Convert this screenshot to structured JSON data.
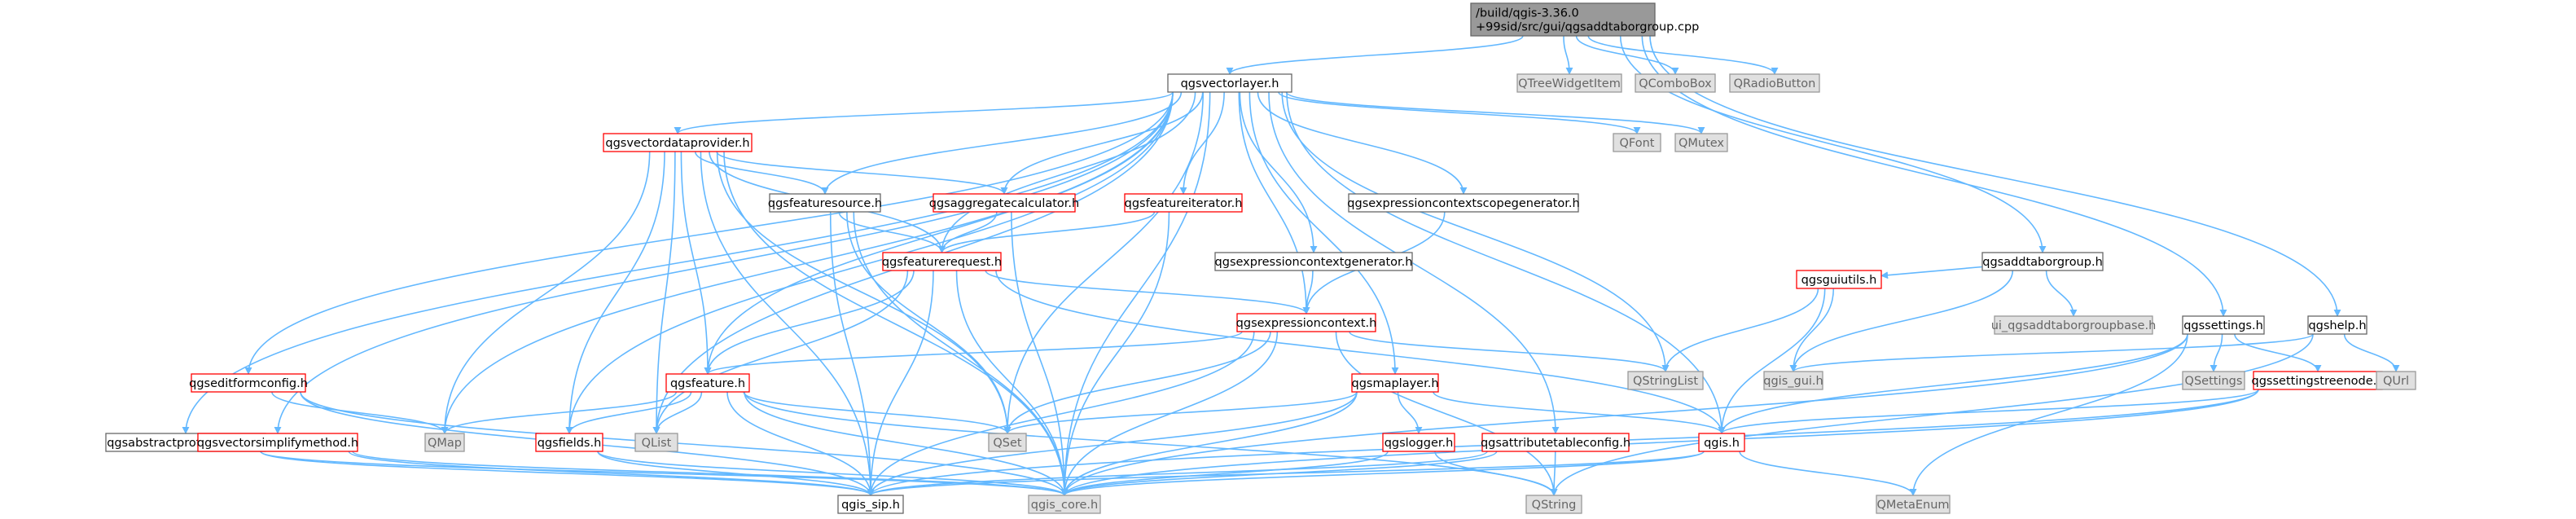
{
  "diagram": {
    "type": "include-dependency-graph",
    "colors": {
      "root_fill": "#999999",
      "project_fill": "#ffffff",
      "project_stroke": "#666666",
      "incomplete_stroke": "#ff0000",
      "external_fill": "#e0e0e0",
      "external_stroke": "#999999",
      "external_text": "#666666",
      "text": "#000000",
      "edge": "#63b8ff"
    },
    "nodes": [
      {
        "id": "root",
        "label": [
          "/build/qgis-3.36.0",
          "+99sid/src/gui/qgsaddtaborgroup.cpp"
        ],
        "kind": "root"
      },
      {
        "id": "qgsvectorlayer",
        "label": [
          "qgsvectorlayer.h"
        ],
        "kind": "project"
      },
      {
        "id": "QTreeWidgetItem",
        "label": [
          "QTreeWidgetItem"
        ],
        "kind": "external"
      },
      {
        "id": "QComboBox",
        "label": [
          "QComboBox"
        ],
        "kind": "external"
      },
      {
        "id": "QRadioButton",
        "label": [
          "QRadioButton"
        ],
        "kind": "external"
      },
      {
        "id": "qgsvectordataprovider",
        "label": [
          "qgsvectordataprovider.h"
        ],
        "kind": "incomplete"
      },
      {
        "id": "QFont",
        "label": [
          "QFont"
        ],
        "kind": "external"
      },
      {
        "id": "QMutex",
        "label": [
          "QMutex"
        ],
        "kind": "external"
      },
      {
        "id": "qgsfeaturesource",
        "label": [
          "qgsfeaturesource.h"
        ],
        "kind": "project"
      },
      {
        "id": "qgsaggregatecalculator",
        "label": [
          "qgsaggregatecalculator.h"
        ],
        "kind": "incomplete"
      },
      {
        "id": "qgsfeatureiterator",
        "label": [
          "qgsfeatureiterator.h"
        ],
        "kind": "incomplete"
      },
      {
        "id": "qgsexpressioncontextscopegenerator",
        "label": [
          "qgsexpressioncontextscopegenerator.h"
        ],
        "kind": "project"
      },
      {
        "id": "qgsfeaturerequest",
        "label": [
          "qgsfeaturerequest.h"
        ],
        "kind": "incomplete"
      },
      {
        "id": "qgsexpressioncontextgenerator",
        "label": [
          "qgsexpressioncontextgenerator.h"
        ],
        "kind": "project"
      },
      {
        "id": "qgsaddtaborgroup",
        "label": [
          "qgsaddtaborgroup.h"
        ],
        "kind": "project"
      },
      {
        "id": "qgsguiutils",
        "label": [
          "qgsguiutils.h"
        ],
        "kind": "incomplete"
      },
      {
        "id": "ui_qgsaddtaborgroupbase",
        "label": [
          "ui_qgsaddtaborgroupbase.h"
        ],
        "kind": "external"
      },
      {
        "id": "qgssettings",
        "label": [
          "qgssettings.h"
        ],
        "kind": "project"
      },
      {
        "id": "qgshelp",
        "label": [
          "qgshelp.h"
        ],
        "kind": "project"
      },
      {
        "id": "qgsexpressioncontext",
        "label": [
          "qgsexpressioncontext.h"
        ],
        "kind": "incomplete"
      },
      {
        "id": "QStringList",
        "label": [
          "QStringList"
        ],
        "kind": "external"
      },
      {
        "id": "qgis_gui",
        "label": [
          "qgis_gui.h"
        ],
        "kind": "external"
      },
      {
        "id": "QSettings",
        "label": [
          "QSettings"
        ],
        "kind": "external"
      },
      {
        "id": "qgssettingstreenode",
        "label": [
          "qgssettingstreenode.h"
        ],
        "kind": "incomplete"
      },
      {
        "id": "QUrl",
        "label": [
          "QUrl"
        ],
        "kind": "external"
      },
      {
        "id": "qgseditformconfig",
        "label": [
          "qgseditformconfig.h"
        ],
        "kind": "incomplete"
      },
      {
        "id": "qgsfeature",
        "label": [
          "qgsfeature.h"
        ],
        "kind": "incomplete"
      },
      {
        "id": "qgsmaplayer",
        "label": [
          "qgsmaplayer.h"
        ],
        "kind": "incomplete"
      },
      {
        "id": "qgsabstractprofilesource",
        "label": [
          "qgsabstractprofilesource.h"
        ],
        "kind": "project"
      },
      {
        "id": "qgsvectorsimplifymethod",
        "label": [
          "qgsvectorsimplifymethod.h"
        ],
        "kind": "incomplete"
      },
      {
        "id": "QMap",
        "label": [
          "QMap"
        ],
        "kind": "external"
      },
      {
        "id": "qgsfields",
        "label": [
          "qgsfields.h"
        ],
        "kind": "incomplete"
      },
      {
        "id": "QList",
        "label": [
          "QList"
        ],
        "kind": "external"
      },
      {
        "id": "QSet",
        "label": [
          "QSet"
        ],
        "kind": "external"
      },
      {
        "id": "qgslogger",
        "label": [
          "qgslogger.h"
        ],
        "kind": "incomplete"
      },
      {
        "id": "qgsattributetableconfig",
        "label": [
          "qgsattributetableconfig.h"
        ],
        "kind": "incomplete"
      },
      {
        "id": "qgis",
        "label": [
          "qgis.h"
        ],
        "kind": "incomplete"
      },
      {
        "id": "qgis_sip",
        "label": [
          "qgis_sip.h"
        ],
        "kind": "project"
      },
      {
        "id": "qgis_core",
        "label": [
          "qgis_core.h"
        ],
        "kind": "external"
      },
      {
        "id": "QString",
        "label": [
          "QString"
        ],
        "kind": "external"
      },
      {
        "id": "QMetaEnum",
        "label": [
          "QMetaEnum"
        ],
        "kind": "external"
      }
    ],
    "edges": [
      [
        "root",
        "qgsvectorlayer"
      ],
      [
        "root",
        "QTreeWidgetItem"
      ],
      [
        "root",
        "QComboBox"
      ],
      [
        "root",
        "QRadioButton"
      ],
      [
        "root",
        "qgsaddtaborgroup"
      ],
      [
        "root",
        "qgssettings"
      ],
      [
        "root",
        "qgshelp"
      ],
      [
        "qgsvectorlayer",
        "qgsvectordataprovider"
      ],
      [
        "qgsvectorlayer",
        "QFont"
      ],
      [
        "qgsvectorlayer",
        "QMutex"
      ],
      [
        "qgsvectorlayer",
        "qgsfeaturesource"
      ],
      [
        "qgsvectorlayer",
        "qgsaggregatecalculator"
      ],
      [
        "qgsvectorlayer",
        "qgsfeatureiterator"
      ],
      [
        "qgsvectorlayer",
        "qgsexpressioncontextscopegenerator"
      ],
      [
        "qgsvectorlayer",
        "qgsfeaturerequest"
      ],
      [
        "qgsvectorlayer",
        "qgsexpressioncontextgenerator"
      ],
      [
        "qgsvectorlayer",
        "qgsexpressioncontext"
      ],
      [
        "qgsvectorlayer",
        "QStringList"
      ],
      [
        "qgsvectorlayer",
        "qgseditformconfig"
      ],
      [
        "qgsvectorlayer",
        "qgsfeature"
      ],
      [
        "qgsvectorlayer",
        "qgsmaplayer"
      ],
      [
        "qgsvectorlayer",
        "qgsabstractprofilesource"
      ],
      [
        "qgsvectorlayer",
        "qgsvectorsimplifymethod"
      ],
      [
        "qgsvectorlayer",
        "QMap"
      ],
      [
        "qgsvectorlayer",
        "qgsfields"
      ],
      [
        "qgsvectorlayer",
        "QList"
      ],
      [
        "qgsvectorlayer",
        "QSet"
      ],
      [
        "qgsvectorlayer",
        "qgsattributetableconfig"
      ],
      [
        "qgsvectorlayer",
        "qgis"
      ],
      [
        "qgsvectorlayer",
        "qgis_core"
      ],
      [
        "qgsvectordataprovider",
        "qgsfeaturesource"
      ],
      [
        "qgsvectordataprovider",
        "qgsaggregatecalculator"
      ],
      [
        "qgsvectordataprovider",
        "qgsfeaturerequest"
      ],
      [
        "qgsvectordataprovider",
        "qgsfeature"
      ],
      [
        "qgsvectordataprovider",
        "QMap"
      ],
      [
        "qgsvectordataprovider",
        "qgsfields"
      ],
      [
        "qgsvectordataprovider",
        "QList"
      ],
      [
        "qgsvectordataprovider",
        "QSet"
      ],
      [
        "qgsvectordataprovider",
        "qgis_sip"
      ],
      [
        "qgsvectordataprovider",
        "qgis_core"
      ],
      [
        "qgsfeaturesource",
        "qgsfeaturerequest"
      ],
      [
        "qgsfeaturesource",
        "QSet"
      ],
      [
        "qgsfeaturesource",
        "qgis_sip"
      ],
      [
        "qgsfeaturesource",
        "qgis_core"
      ],
      [
        "qgsaggregatecalculator",
        "qgsfeaturerequest"
      ],
      [
        "qgsaggregatecalculator",
        "qgis_core"
      ],
      [
        "qgsfeatureiterator",
        "qgsfeaturerequest"
      ],
      [
        "qgsfeatureiterator",
        "qgis_core"
      ],
      [
        "qgsexpressioncontextscopegenerator",
        "qgsexpressioncontext"
      ],
      [
        "qgsexpressioncontextgenerator",
        "qgsexpressioncontext"
      ],
      [
        "qgsfeaturerequest",
        "qgsexpressioncontext"
      ],
      [
        "qgsfeaturerequest",
        "qgsfeature"
      ],
      [
        "qgsfeaturerequest",
        "QList"
      ],
      [
        "qgsfeaturerequest",
        "qgis"
      ],
      [
        "qgsfeaturerequest",
        "qgis_sip"
      ],
      [
        "qgsfeaturerequest",
        "qgis_core"
      ],
      [
        "qgsexpressioncontext",
        "QStringList"
      ],
      [
        "qgsexpressioncontext",
        "qgsfeature"
      ],
      [
        "qgsexpressioncontext",
        "QSet"
      ],
      [
        "qgsexpressioncontext",
        "qgis_sip"
      ],
      [
        "qgsexpressioncontext",
        "qgis_core"
      ],
      [
        "qgsexpressioncontext",
        "QString"
      ],
      [
        "qgsaddtaborgroup",
        "qgsguiutils"
      ],
      [
        "qgsaddtaborgroup",
        "ui_qgsaddtaborgroupbase"
      ],
      [
        "qgsaddtaborgroup",
        "qgis_gui"
      ],
      [
        "qgsguiutils",
        "QStringList"
      ],
      [
        "qgsguiutils",
        "qgis_gui"
      ],
      [
        "qgsguiutils",
        "qgis"
      ],
      [
        "qgssettings",
        "QSettings"
      ],
      [
        "qgssettings",
        "qgssettingstreenode"
      ],
      [
        "qgssettings",
        "qgis_core"
      ],
      [
        "qgssettings",
        "qgis"
      ],
      [
        "qgssettings",
        "QMetaEnum"
      ],
      [
        "qgshelp",
        "QUrl"
      ],
      [
        "qgshelp",
        "qgis_gui"
      ],
      [
        "qgshelp",
        "QString"
      ],
      [
        "qgssettingstreenode",
        "qgis"
      ],
      [
        "qgssettingstreenode",
        "qgis_core"
      ],
      [
        "qgssettingstreenode",
        "qgis_sip"
      ],
      [
        "qgseditformconfig",
        "QMap"
      ],
      [
        "qgseditformconfig",
        "qgis_sip"
      ],
      [
        "qgseditformconfig",
        "qgis_core"
      ],
      [
        "qgsfeature",
        "QMap"
      ],
      [
        "qgsfeature",
        "QList"
      ],
      [
        "qgsfeature",
        "QSet"
      ],
      [
        "qgsfeature",
        "qgsfields"
      ],
      [
        "qgsfeature",
        "qgis_sip"
      ],
      [
        "qgsfeature",
        "qgis_core"
      ],
      [
        "qgsfeature",
        "QString"
      ],
      [
        "qgsmaplayer",
        "QSet"
      ],
      [
        "qgsmaplayer",
        "qgslogger"
      ],
      [
        "qgsmaplayer",
        "qgis"
      ],
      [
        "qgsmaplayer",
        "qgis_sip"
      ],
      [
        "qgsmaplayer",
        "qgis_core"
      ],
      [
        "qgsabstractprofilesource",
        "qgis_core"
      ],
      [
        "qgsabstractprofilesource",
        "qgis_sip"
      ],
      [
        "qgsvectorsimplifymethod",
        "qgis_core"
      ],
      [
        "qgsvectorsimplifymethod",
        "qgis_sip"
      ],
      [
        "qgsfields",
        "qgis_sip"
      ],
      [
        "qgsfields",
        "qgis_core"
      ],
      [
        "qgslogger",
        "qgis_core"
      ],
      [
        "qgslogger",
        "QString"
      ],
      [
        "qgsattributetableconfig",
        "qgis_sip"
      ],
      [
        "qgsattributetableconfig",
        "qgis_core"
      ],
      [
        "qgsattributetableconfig",
        "QString"
      ],
      [
        "qgis",
        "QMetaEnum"
      ],
      [
        "qgis",
        "qgis_sip"
      ],
      [
        "qgis",
        "qgis_core"
      ]
    ]
  }
}
